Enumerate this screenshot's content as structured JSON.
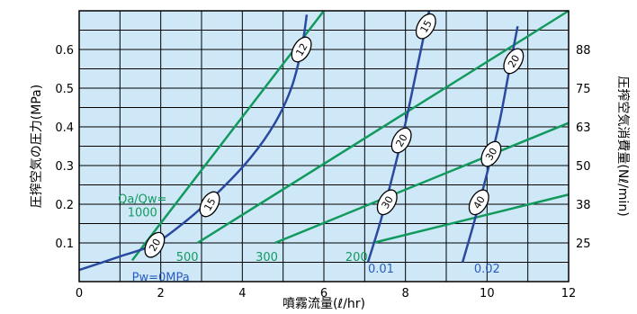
{
  "chart_data": {
    "type": "line",
    "xlabel": "噴霧流量(ℓ/hr)",
    "ylabel": "圧搾空気の圧力(MPa)",
    "ylabel_right": "圧搾空気消費量(Nℓ/min)",
    "xlim": [
      0,
      12
    ],
    "ylim": [
      0,
      0.7
    ],
    "x_ticks": [
      0,
      2,
      4,
      6,
      8,
      10,
      12
    ],
    "y_ticks": [
      0.1,
      0.2,
      0.3,
      0.4,
      0.5,
      0.6
    ],
    "y_tick_labels": [
      "0.1",
      "0.2",
      "0.3",
      "0.4",
      "0.5",
      "0.6"
    ],
    "y_right_ticks": [
      {
        "y": 0.1,
        "label": "25"
      },
      {
        "y": 0.2,
        "label": "38"
      },
      {
        "y": 0.3,
        "label": "50"
      },
      {
        "y": 0.4,
        "label": "63"
      },
      {
        "y": 0.5,
        "label": "75"
      },
      {
        "y": 0.6,
        "label": "88"
      }
    ],
    "grid": true,
    "colors": {
      "background": "#cfe8f7",
      "grid": "#000000",
      "pressure_curve": "#2a4aa0",
      "ratio_line": "#129a5e",
      "blue_text": "#2a5cc0",
      "green_text": "#129a5e"
    },
    "pressure_series": [
      {
        "name": "Pw=0MPa",
        "name_pos": [
          2.0,
          0.013
        ],
        "points": [
          [
            0,
            0.03
          ],
          [
            1.0,
            0.065
          ],
          [
            1.8,
            0.095
          ],
          [
            2.6,
            0.155
          ],
          [
            3.4,
            0.23
          ],
          [
            4.2,
            0.32
          ],
          [
            4.8,
            0.41
          ],
          [
            5.2,
            0.5
          ],
          [
            5.45,
            0.6
          ],
          [
            5.58,
            0.69
          ]
        ],
        "labels": [
          {
            "text": "20",
            "x": 1.85,
            "y": 0.095
          },
          {
            "text": "15",
            "x": 3.2,
            "y": 0.2
          },
          {
            "text": "12",
            "x": 5.45,
            "y": 0.6
          }
        ]
      },
      {
        "name": "0.01",
        "name_pos": [
          7.4,
          0.035
        ],
        "points": [
          [
            7.08,
            0.05
          ],
          [
            7.4,
            0.16
          ],
          [
            7.7,
            0.28
          ],
          [
            8.0,
            0.41
          ],
          [
            8.3,
            0.56
          ],
          [
            8.5,
            0.66
          ],
          [
            8.58,
            0.7
          ]
        ],
        "labels": [
          {
            "text": "30",
            "x": 7.55,
            "y": 0.205
          },
          {
            "text": "20",
            "x": 7.9,
            "y": 0.365
          },
          {
            "text": "15",
            "x": 8.5,
            "y": 0.66
          }
        ]
      },
      {
        "name": "0.02",
        "name_pos": [
          10.0,
          0.035
        ],
        "points": [
          [
            9.4,
            0.05
          ],
          [
            9.7,
            0.16
          ],
          [
            10.0,
            0.28
          ],
          [
            10.3,
            0.41
          ],
          [
            10.55,
            0.55
          ],
          [
            10.75,
            0.66
          ]
        ],
        "labels": [
          {
            "text": "40",
            "x": 9.8,
            "y": 0.205
          },
          {
            "text": "30",
            "x": 10.1,
            "y": 0.33
          },
          {
            "text": "20",
            "x": 10.65,
            "y": 0.57
          }
        ]
      }
    ],
    "ratio_series": [
      {
        "label": "1000",
        "points": [
          [
            1.3,
            0.055
          ],
          [
            6.0,
            0.7
          ]
        ],
        "label_pos": [
          1.55,
          0.18
        ]
      },
      {
        "label": "500",
        "points": [
          [
            2.9,
            0.1
          ],
          [
            12.0,
            0.7
          ]
        ],
        "label_pos": [
          2.65,
          0.065
        ]
      },
      {
        "label": "300",
        "points": [
          [
            4.8,
            0.1
          ],
          [
            12.0,
            0.41
          ]
        ],
        "label_pos": [
          4.6,
          0.065
        ]
      },
      {
        "label": "200",
        "points": [
          [
            7.2,
            0.1
          ],
          [
            12.0,
            0.225
          ]
        ],
        "label_pos": [
          6.8,
          0.065
        ]
      }
    ],
    "ratio_title": "Qa/Qw=",
    "ratio_title_pos": [
      1.55,
      0.215
    ]
  }
}
